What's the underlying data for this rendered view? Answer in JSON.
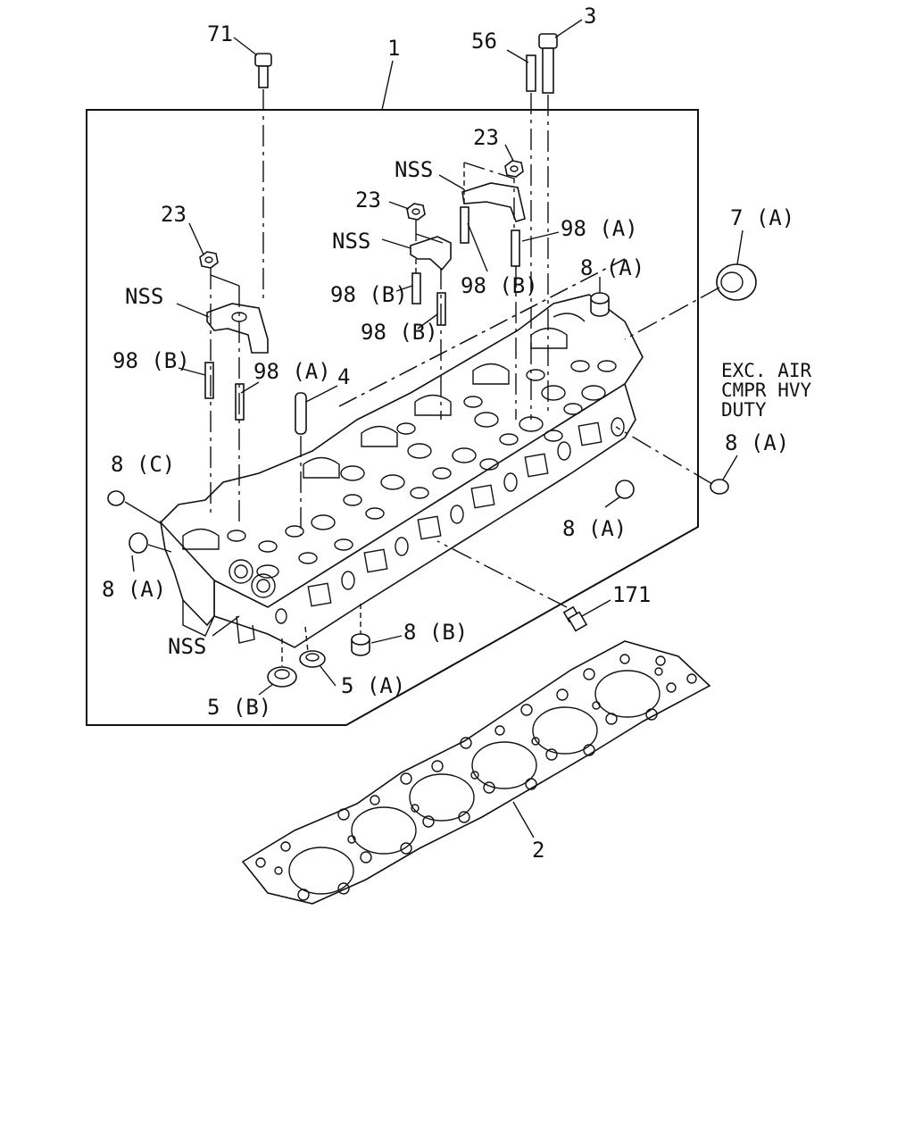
{
  "diagram": {
    "callouts": {
      "c71": "71",
      "c1": "1",
      "c56": "56",
      "c3": "3",
      "c23a": "23",
      "c23b": "23",
      "c23c": "23",
      "nssA": "NSS",
      "nssB": "NSS",
      "nssC": "NSS",
      "nssD": "NSS",
      "c98aA": "98 (A)",
      "c98aB": "98 (A)",
      "c98bA": "98 (B)",
      "c98bB": "98 (B)",
      "c98bC": "98 (B)",
      "c98bD": "98 (B)",
      "c7a": "7 (A)",
      "c8aTop": "8 (A)",
      "c8aRight": "8 (A)",
      "c8aMid": "8 (A)",
      "c8aLeft": "8 (A)",
      "c8b": "8 (B)",
      "c8c": "8 (C)",
      "c4": "4",
      "c171": "171",
      "c5a": "5 (A)",
      "c5b": "5 (B)",
      "c2": "2"
    },
    "note": {
      "line1": "EXC. AIR",
      "line2": "CMPR HVY",
      "line3": "DUTY"
    }
  }
}
